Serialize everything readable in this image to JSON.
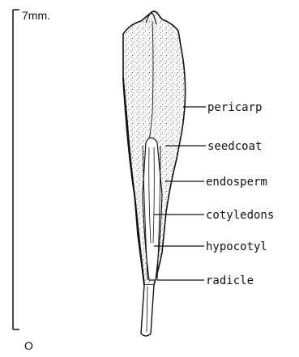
{
  "scale": {
    "top_label": "7mm.",
    "bottom_label": "O"
  },
  "labels": {
    "pericarp": "pericarp",
    "seedcoat": "seedcoat",
    "endosperm": "endosperm",
    "cotyledons": "cotyledons",
    "hypocotyl": "hypocotyl",
    "radicle": "radicle"
  },
  "colors": {
    "ink": "#111111",
    "background": "#ffffff"
  }
}
